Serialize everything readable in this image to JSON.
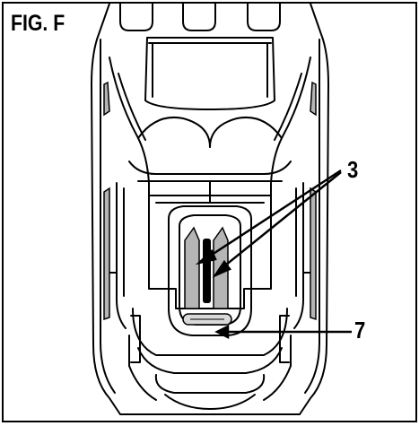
{
  "figure": {
    "label": "FIG. F",
    "callouts": [
      {
        "id": "callout-3",
        "text": "3"
      },
      {
        "id": "callout-7",
        "text": "7"
      }
    ]
  },
  "colors": {
    "line": "#000000",
    "shade": "#b5b5b5",
    "light_shade": "#d9d9d9",
    "background": "#ffffff"
  }
}
